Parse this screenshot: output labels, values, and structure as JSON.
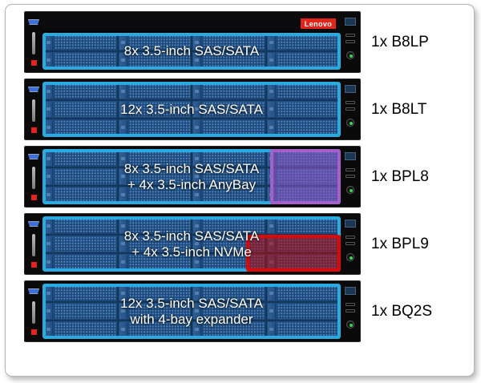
{
  "colors": {
    "highlight_blue": "#29ABE2",
    "highlight_blue_fill": "rgba(41,121,199,0.45)",
    "highlight_purple": "#A45FC8",
    "highlight_purple_fill": "rgba(146,86,200,0.55)",
    "highlight_red": "#DD0806",
    "highlight_red_fill": "rgba(185,8,8,0.55)",
    "overlay_text": "#ffffff",
    "label_text": "#000000",
    "lenovo_red": "#E1251B"
  },
  "servers": [
    {
      "model_label": "1x B8LP",
      "line1": "8x 3.5-inch SAS/SATA",
      "line2": "",
      "badge": "Lenovo"
    },
    {
      "model_label": "1x B8LT",
      "line1": "12x 3.5-inch SAS/SATA",
      "line2": ""
    },
    {
      "model_label": "1x BPL8",
      "line1": "8x 3.5-inch SAS/SATA",
      "line2": "+ 4x 3.5-inch AnyBay"
    },
    {
      "model_label": "1x BPL9",
      "line1": "8x 3.5-inch SAS/SATA",
      "line2": "+ 4x 3.5-inch NVMe"
    },
    {
      "model_label": "1x BQ2S",
      "line1": "12x 3.5-inch SAS/SATA",
      "line2": "with 4-bay expander"
    }
  ]
}
